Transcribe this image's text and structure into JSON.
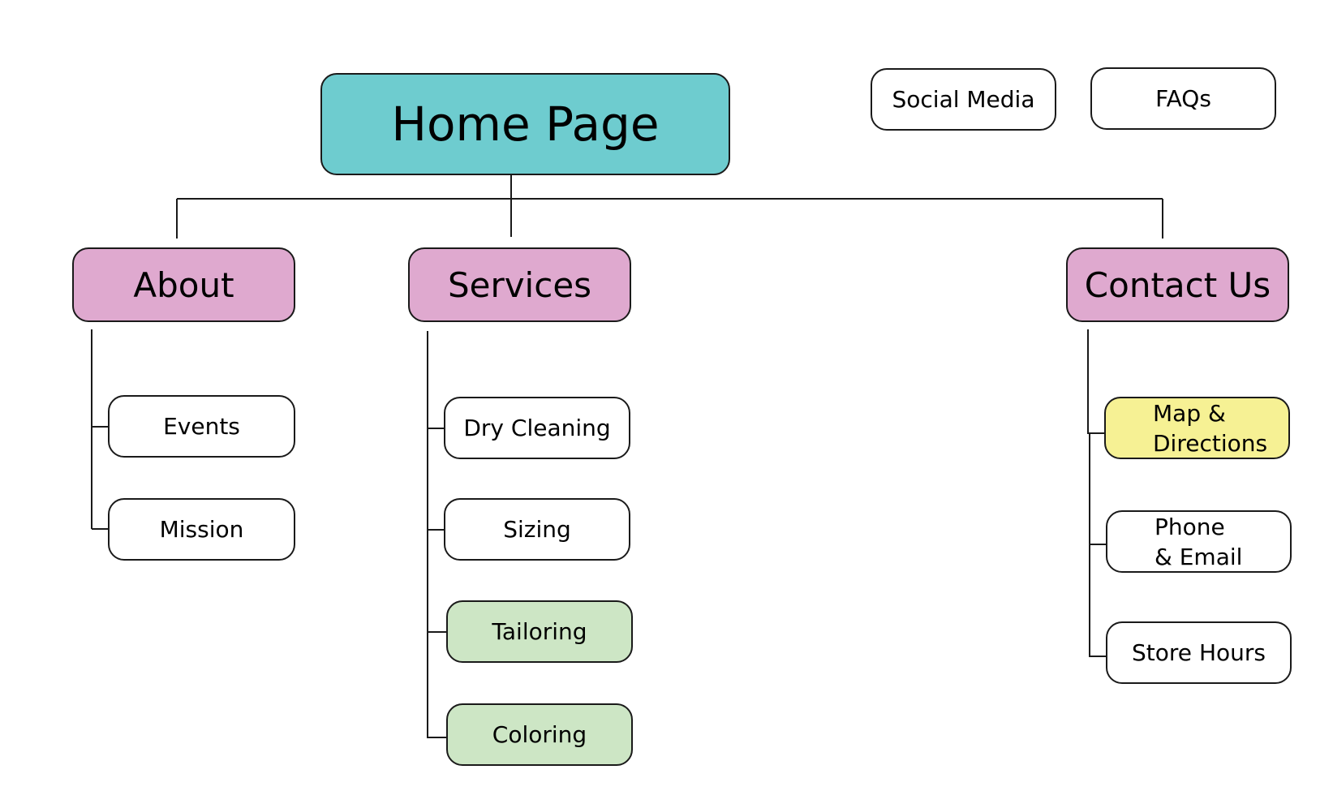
{
  "home": {
    "label": "Home Page"
  },
  "utility": [
    {
      "label": "Social Media"
    },
    {
      "label": "FAQs"
    }
  ],
  "sections": [
    {
      "label": "About",
      "children": [
        {
          "label": "Events"
        },
        {
          "label": "Mission"
        }
      ]
    },
    {
      "label": "Services",
      "children": [
        {
          "label": "Dry Cleaning"
        },
        {
          "label": "Sizing"
        },
        {
          "label": "Tailoring"
        },
        {
          "label": "Coloring"
        }
      ]
    },
    {
      "label": "Contact Us",
      "children": [
        {
          "label_line1": "Map &",
          "label_line2": "Directions"
        },
        {
          "label_line1": "Phone",
          "label_line2": "& Email"
        },
        {
          "label": "Store Hours"
        }
      ]
    }
  ],
  "colors": {
    "home": "#6ecccf",
    "section": "#dfa9cf",
    "leaf": "#ffffff",
    "highlight_green": "#cde6c5",
    "highlight_yellow": "#f6f194",
    "stroke": "#1a1a1a"
  }
}
